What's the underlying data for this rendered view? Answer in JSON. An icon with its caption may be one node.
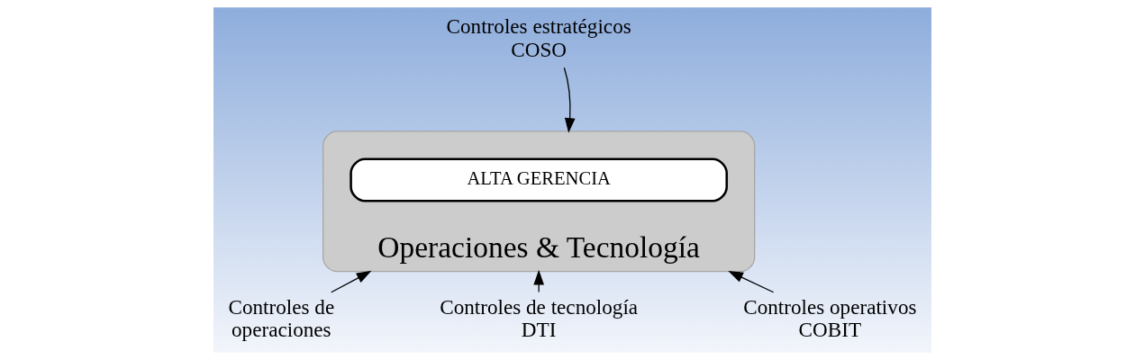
{
  "diagram": {
    "nodes": [
      {
        "text": [
          "Operaciones & Tecnología"
        ]
      },
      {
        "text": [
          "ALTA GERENCIA"
        ],
        "in": 0
      },
      {
        "text": [
          "Controles estratégicos COSO"
        ]
      },
      {
        "text": [
          "Controles de operaciones"
        ]
      },
      {
        "text": [
          "Controles de tecnología DTI"
        ]
      },
      {
        "text": [
          "Controles operativos COBIT"
        ]
      }
    ],
    "edges": [
      {
        "from": 2,
        "to": 0,
        "arrow": "to"
      },
      {
        "from": 3,
        "to": 0,
        "arrow": "to"
      },
      {
        "from": 4,
        "to": 0,
        "arrow": "to"
      },
      {
        "from": 5,
        "to": 0,
        "arrow": "to"
      }
    ]
  }
}
